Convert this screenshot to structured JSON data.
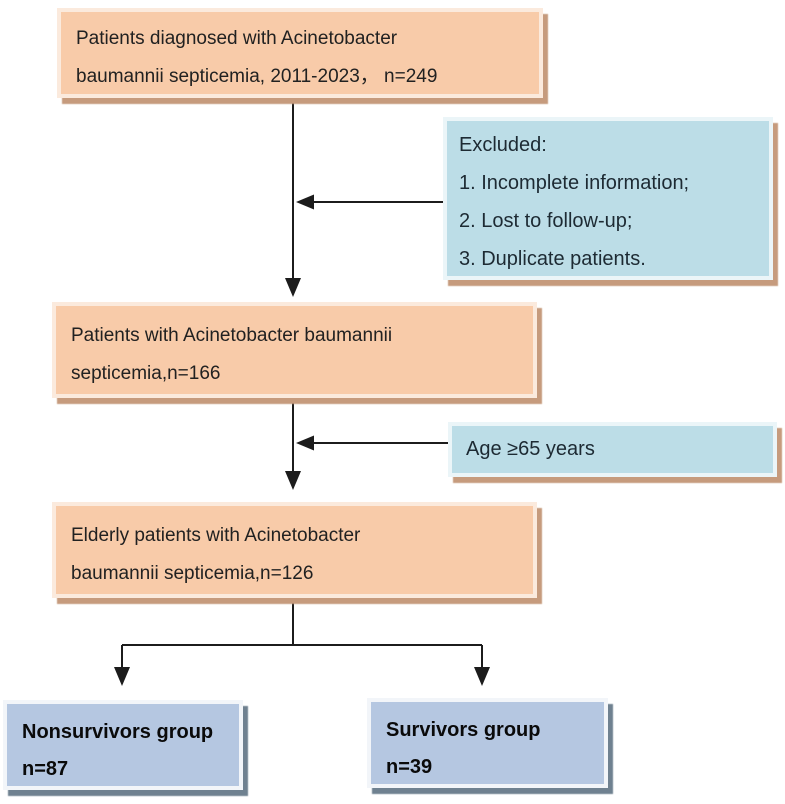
{
  "flowchart": {
    "box_diagnosed": {
      "line1": "Patients diagnosed with Acinetobacter",
      "line2": "baumannii septicemia, 2011-2023， n=249"
    },
    "excluded": {
      "title": "Excluded:",
      "items": [
        "1. Incomplete information;",
        "2. Lost to follow-up;",
        "3. Duplicate patients."
      ]
    },
    "box_septicemia": {
      "line1": "Patients with Acinetobacter baumannii",
      "line2": "septicemia,n=166"
    },
    "age_filter": {
      "label": "Age ≥65 years"
    },
    "box_elderly": {
      "line1": "Elderly patients with Acinetobacter",
      "line2": "baumannii septicemia,n=126"
    },
    "nonsurvivors": {
      "line1": "Nonsurvivors group",
      "line2": "n=87"
    },
    "survivors": {
      "line1": "Survivors group",
      "line2": "n=39"
    }
  },
  "palette": {
    "orange_box_fill": "#f8cba9",
    "orange_box_border": "#fbeadd",
    "blue_box_fill": "#bcdde7",
    "blue_box_border": "#ebf5f8",
    "group_box_fill": "#b5c7e1",
    "group_box_border": "#f2f5f9",
    "tan_shadow": "#c69b7d",
    "slate_shadow": "#6f8190",
    "arrow_color": "#1c1c1c",
    "text_color": "#212121",
    "background": "#ffffff"
  }
}
